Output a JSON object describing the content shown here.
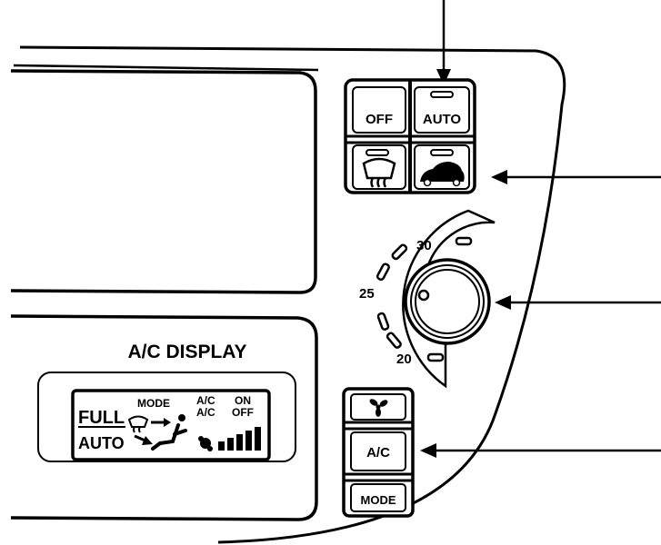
{
  "buttons": {
    "off": "OFF",
    "auto": "AUTO",
    "fan": "",
    "ac": "A/C",
    "mode": "MODE"
  },
  "dial": {
    "ticks": [
      "30",
      "25",
      "20"
    ]
  },
  "display": {
    "title": "A/C DISPLAY",
    "full": "FULL",
    "auto": "AUTO",
    "mode": "MODE",
    "ac_top": "A/C",
    "ac_bottom": "A/C",
    "on": "ON",
    "off": "OFF"
  },
  "icons": [
    "defrost-icon",
    "recirculation-icon",
    "fan-icon",
    "vent-icon",
    "seated-person-icon",
    "fan-bars-icon"
  ]
}
